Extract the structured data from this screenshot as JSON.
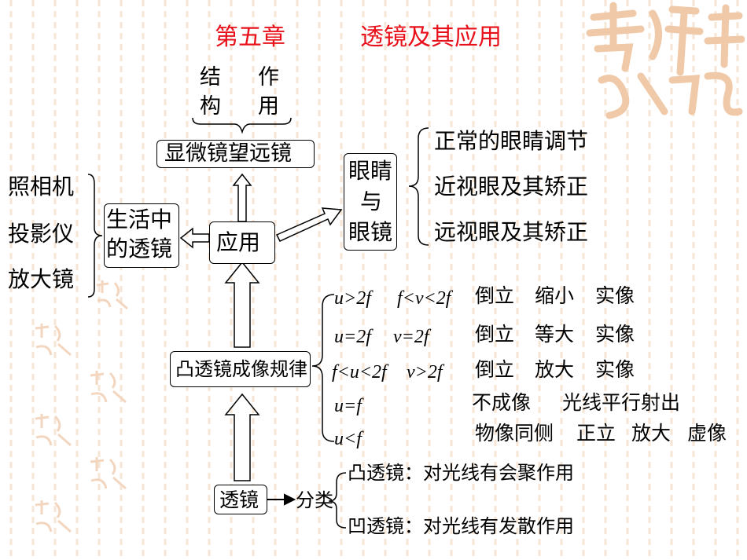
{
  "colors": {
    "title": "#e8101a",
    "text": "#000000",
    "stripe": "#f6e6d6",
    "watermark": "#f0c9a8"
  },
  "title": {
    "chapter": "第五章",
    "name": "透镜及其应用"
  },
  "structure": {
    "col1_top": "结",
    "col1_bottom": "构",
    "col2_top": "作",
    "col2_bottom": "用"
  },
  "nodes": {
    "microscope": "显微镜望远镜",
    "application": "应用",
    "life_lens_line1": "生活中",
    "life_lens_line2": "的透镜",
    "eye_line1": "眼睛",
    "eye_line2": "与",
    "eye_line3": "眼镜",
    "convex_rule": "凸透镜成像规律",
    "lens": "透镜"
  },
  "life_items": [
    "照相机",
    "投影仪",
    "放大镜"
  ],
  "eye_items": [
    "正常的眼睛调节",
    "近视眼及其矫正",
    "远视眼及其矫正"
  ],
  "imaging_rules": [
    {
      "cond_u": "u>2f",
      "cond_v": "f<v<2f",
      "result": [
        "倒立",
        "缩小",
        "实像"
      ]
    },
    {
      "cond_u": "u=2f",
      "cond_v": "v=2f",
      "result": [
        "倒立",
        "等大",
        "实像"
      ]
    },
    {
      "cond_u": "f<u<2f",
      "cond_v": "v>2f",
      "result": [
        "倒立",
        "放大",
        "实像"
      ]
    },
    {
      "cond_u": "u=f",
      "cond_v": "",
      "result": [
        "不成像",
        "光线平行射出"
      ]
    },
    {
      "cond_u": "u<f",
      "cond_v": "",
      "result": [
        "物像同侧",
        "正立",
        "放大",
        "虚像"
      ]
    }
  ],
  "classification": {
    "label": "分类",
    "convex": "凸透镜：对光线有会聚作用",
    "concave": "凹透镜：对光线有发散作用"
  },
  "watermark_icon": "auspicious-seal-icon"
}
